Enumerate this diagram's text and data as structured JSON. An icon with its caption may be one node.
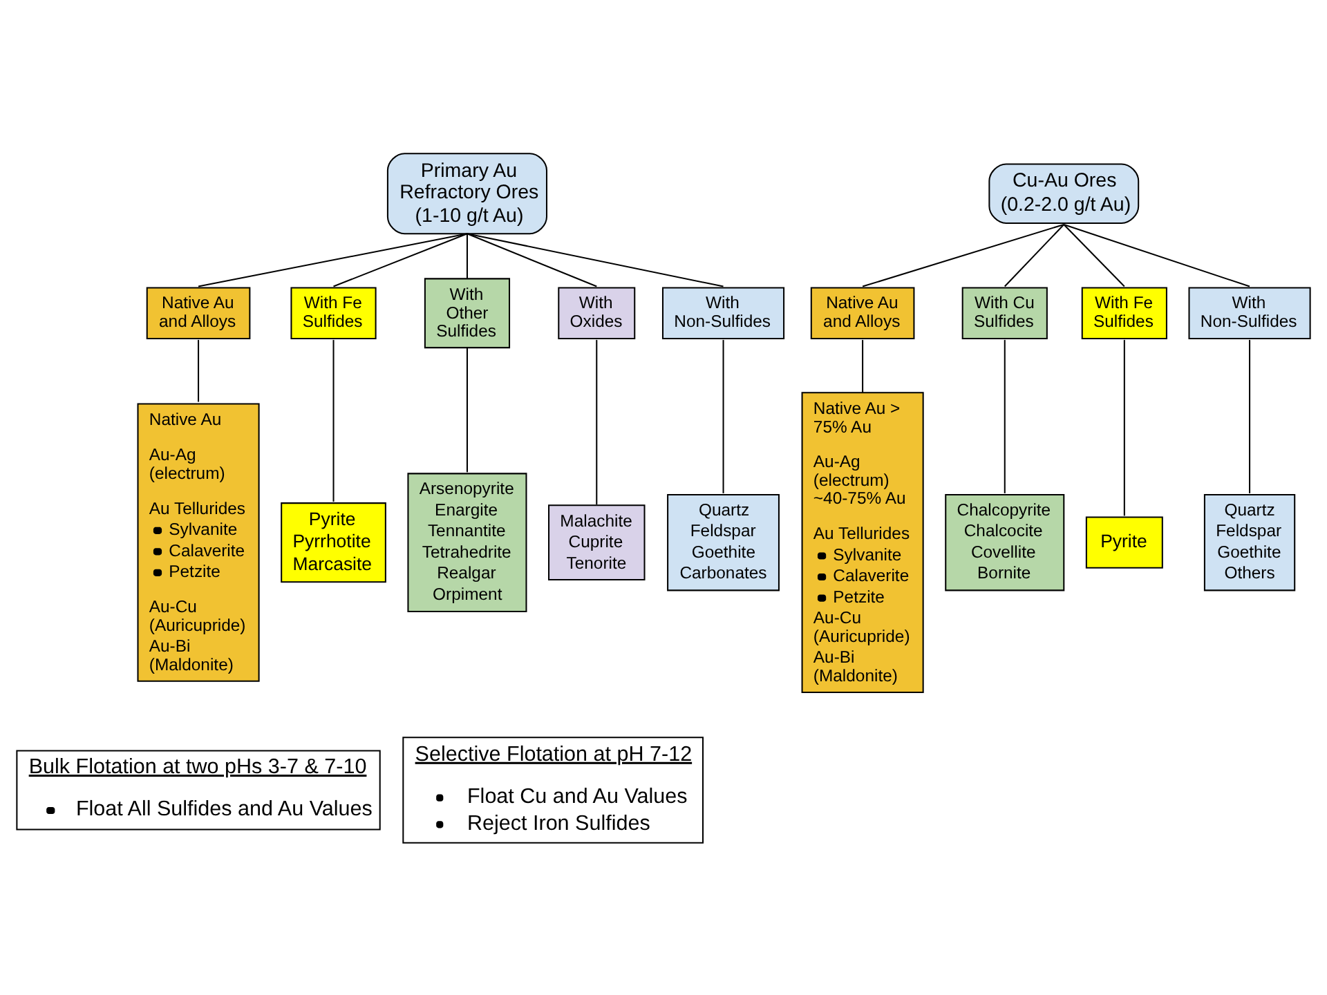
{
  "diagram": {
    "nodes": [
      {
        "text": [
          "Primary Au Refractory Ores",
          "(1-10 g/t Au)"
        ]
      },
      {
        "text": [
          "Native Au and Alloys"
        ]
      },
      {
        "text": [
          "With Fe Sulfides"
        ]
      },
      {
        "text": [
          "With Other Sulfides"
        ]
      },
      {
        "text": [
          "With Oxides"
        ]
      },
      {
        "text": [
          "With Non-Sulfides"
        ]
      },
      {
        "text": [
          "Native Au",
          "Au-Ag (electrum)",
          "Au Tellurides",
          "Sylvanite",
          "Calaverite",
          "Petzite",
          "Au-Cu (Auricupride)",
          "Au-Bi (Maldonite)"
        ]
      },
      {
        "text": [
          "Pyrite",
          "Pyrrhotite",
          "Marcasite"
        ]
      },
      {
        "text": [
          "Arsenopyrite",
          "Enargite",
          "Tennantite",
          "Tetrahedrite",
          "Realgar",
          "Orpiment"
        ]
      },
      {
        "text": [
          "Malachite",
          "Cuprite",
          "Tenorite"
        ]
      },
      {
        "text": [
          "Quartz",
          "Feldspar",
          "Goethite",
          "Carbonates"
        ]
      },
      {
        "text": [
          "Bulk Flotation at two pHs 3-7 & 7-10",
          "Float All Sulfides and Au Values"
        ]
      },
      {
        "text": [
          "Cu-Au Ores",
          "(0.2-2.0 g/t Au)"
        ]
      },
      {
        "text": [
          "Native Au and Alloys"
        ]
      },
      {
        "text": [
          "With Cu Sulfides"
        ]
      },
      {
        "text": [
          "With Fe Sulfides"
        ]
      },
      {
        "text": [
          "With Non-Sulfides"
        ]
      },
      {
        "text": [
          "Native Au > 75% Au",
          "Au-Ag (electrum) ~40-75% Au",
          "Au Tellurides",
          "Sylvanite",
          "Calaverite",
          "Petzite",
          "Au-Cu (Auricupride)",
          "Au-Bi (Maldonite)"
        ]
      },
      {
        "text": [
          "Chalcopyrite",
          "Chalcocite",
          "Covellite",
          "Bornite"
        ]
      },
      {
        "text": [
          "Pyrite"
        ]
      },
      {
        "text": [
          "Quartz",
          "Feldspar",
          "Goethite",
          "Others"
        ]
      },
      {
        "text": [
          "Selective Flotation at pH 7-12",
          "Float Cu and Au Values",
          "Reject Iron Sulfides"
        ]
      }
    ],
    "edges": [
      {
        "from": 0,
        "to": 1,
        "arrow": "none"
      },
      {
        "from": 0,
        "to": 2,
        "arrow": "none"
      },
      {
        "from": 0,
        "to": 3,
        "arrow": "none"
      },
      {
        "from": 0,
        "to": 4,
        "arrow": "none"
      },
      {
        "from": 0,
        "to": 5,
        "arrow": "none"
      },
      {
        "from": 1,
        "to": 6,
        "arrow": "none"
      },
      {
        "from": 2,
        "to": 7,
        "arrow": "none"
      },
      {
        "from": 3,
        "to": 8,
        "arrow": "none"
      },
      {
        "from": 4,
        "to": 9,
        "arrow": "none"
      },
      {
        "from": 5,
        "to": 10,
        "arrow": "none"
      },
      {
        "from": 12,
        "to": 13,
        "arrow": "none"
      },
      {
        "from": 12,
        "to": 14,
        "arrow": "none"
      },
      {
        "from": 12,
        "to": 15,
        "arrow": "none"
      },
      {
        "from": 12,
        "to": 16,
        "arrow": "none"
      },
      {
        "from": 13,
        "to": 17,
        "arrow": "none"
      },
      {
        "from": 14,
        "to": 18,
        "arrow": "none"
      },
      {
        "from": 15,
        "to": 19,
        "arrow": "none"
      },
      {
        "from": 16,
        "to": 20,
        "arrow": "none"
      }
    ]
  }
}
